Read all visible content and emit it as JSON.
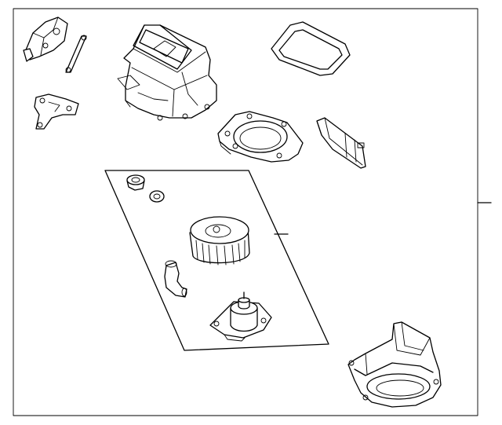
{
  "diagram": {
    "type": "exploded parts diagram",
    "colors": {
      "line": "#000000",
      "background": "#ffffff"
    },
    "parts": [
      "actuator",
      "link-rod",
      "mounting-bracket",
      "blower-case-upper",
      "seal-gasket",
      "motor-adapter-plate",
      "filter-door",
      "resistor-seal",
      "o-ring",
      "blower-wheel",
      "cooling-hose",
      "blower-motor",
      "blower-case-lower"
    ]
  }
}
